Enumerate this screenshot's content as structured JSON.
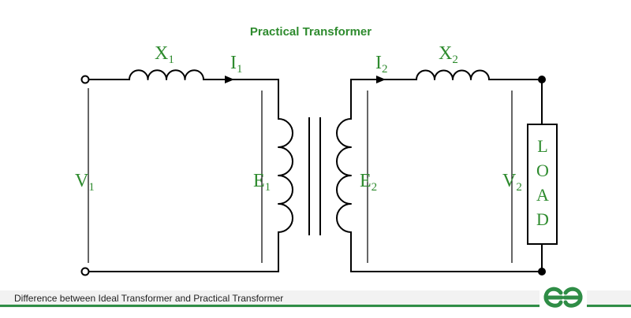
{
  "title": "Practical Transformer",
  "labels": {
    "x1": "X",
    "x1_sub": "1",
    "i1": "I",
    "i1_sub": "1",
    "v1": "V",
    "v1_sub": "1",
    "e1": "E",
    "e1_sub": "1",
    "e2": "E",
    "e2_sub": "2",
    "i2": "I",
    "i2_sub": "2",
    "x2": "X",
    "x2_sub": "2",
    "v2": "V",
    "v2_sub": "2"
  },
  "load": [
    "L",
    "O",
    "A",
    "D"
  ],
  "footer": {
    "caption": "Difference between Ideal Transformer and Practical Transformer"
  },
  "logo": {
    "icon": "geeksforgeeks-logo-icon",
    "color": "#2f8d46"
  },
  "colors": {
    "label": "#2e8b2e",
    "wire": "#000000",
    "accent": "#2f8d46"
  }
}
